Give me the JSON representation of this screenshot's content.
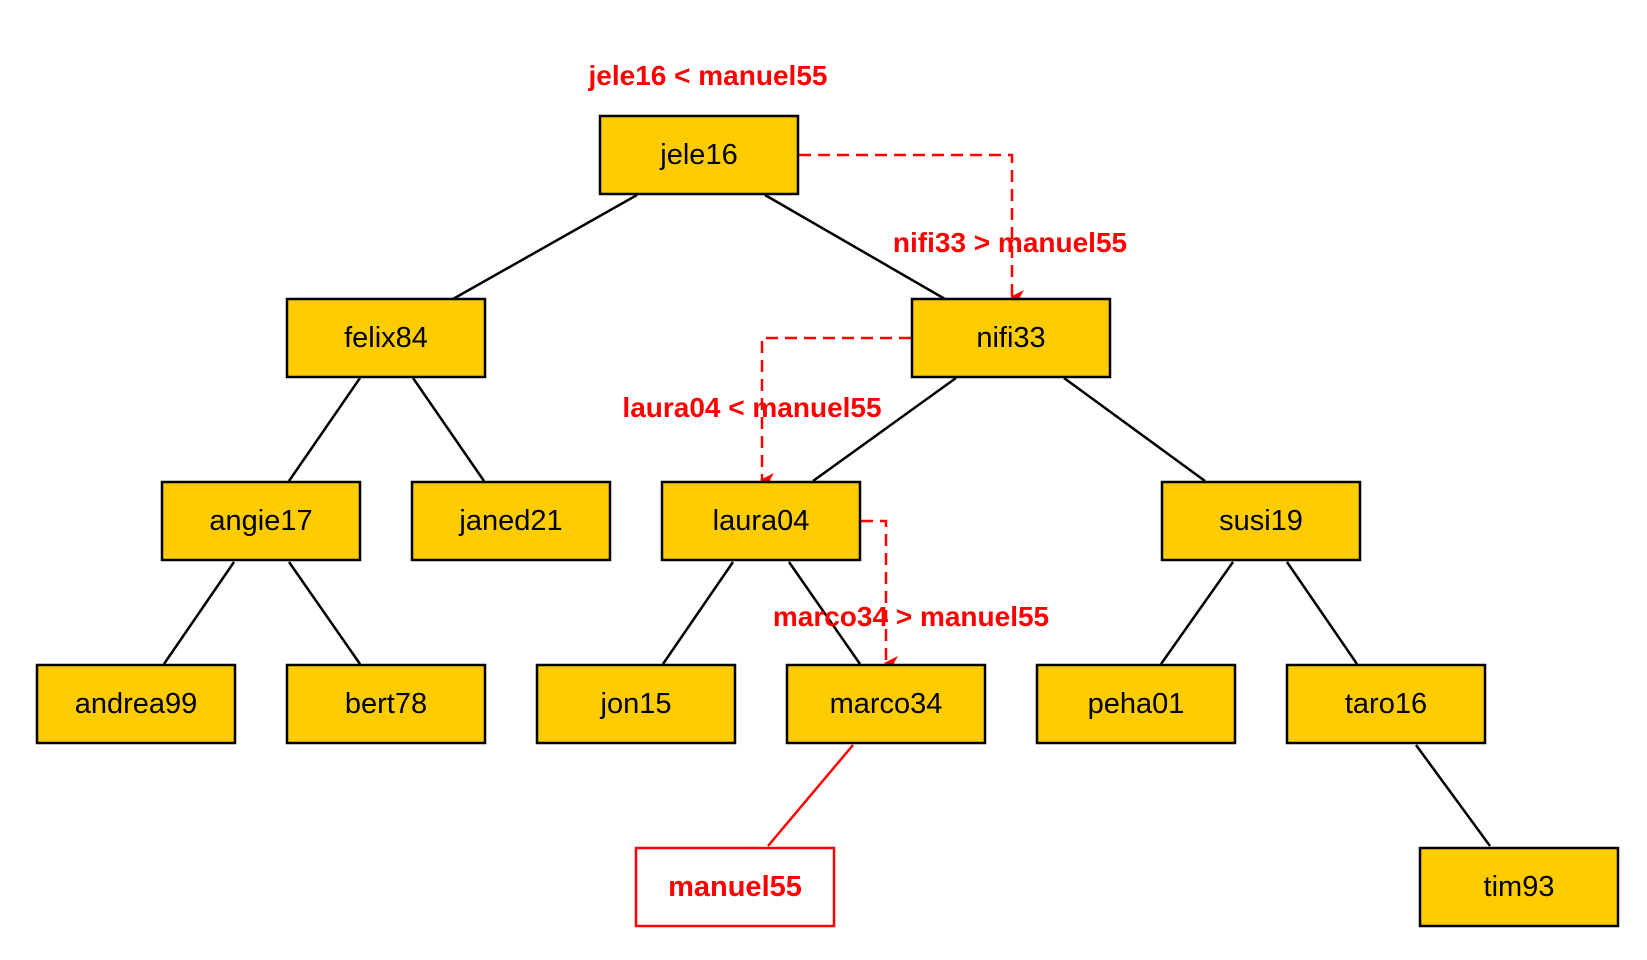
{
  "colors": {
    "node_fill": "#FFCC00",
    "node_stroke": "#000000",
    "edge": "#000000",
    "highlight": "#FF0000",
    "new_node_fill": "#FFFFFF",
    "background": "#FFFFFF"
  },
  "nodes": {
    "jele16": "jele16",
    "felix84": "felix84",
    "nifi33": "nifi33",
    "angie17": "angie17",
    "janed21": "janed21",
    "laura04": "laura04",
    "susi19": "susi19",
    "andrea99": "andrea99",
    "bert78": "bert78",
    "jon15": "jon15",
    "marco34": "marco34",
    "peha01": "peha01",
    "taro16": "taro16",
    "tim93": "tim93",
    "manuel55": "manuel55"
  },
  "annotations": {
    "cmp_jele16": "jele16 < manuel55",
    "cmp_nifi33": "nifi33 > manuel55",
    "cmp_laura04": "laura04 < manuel55",
    "cmp_marco34": "marco34 > manuel55"
  }
}
